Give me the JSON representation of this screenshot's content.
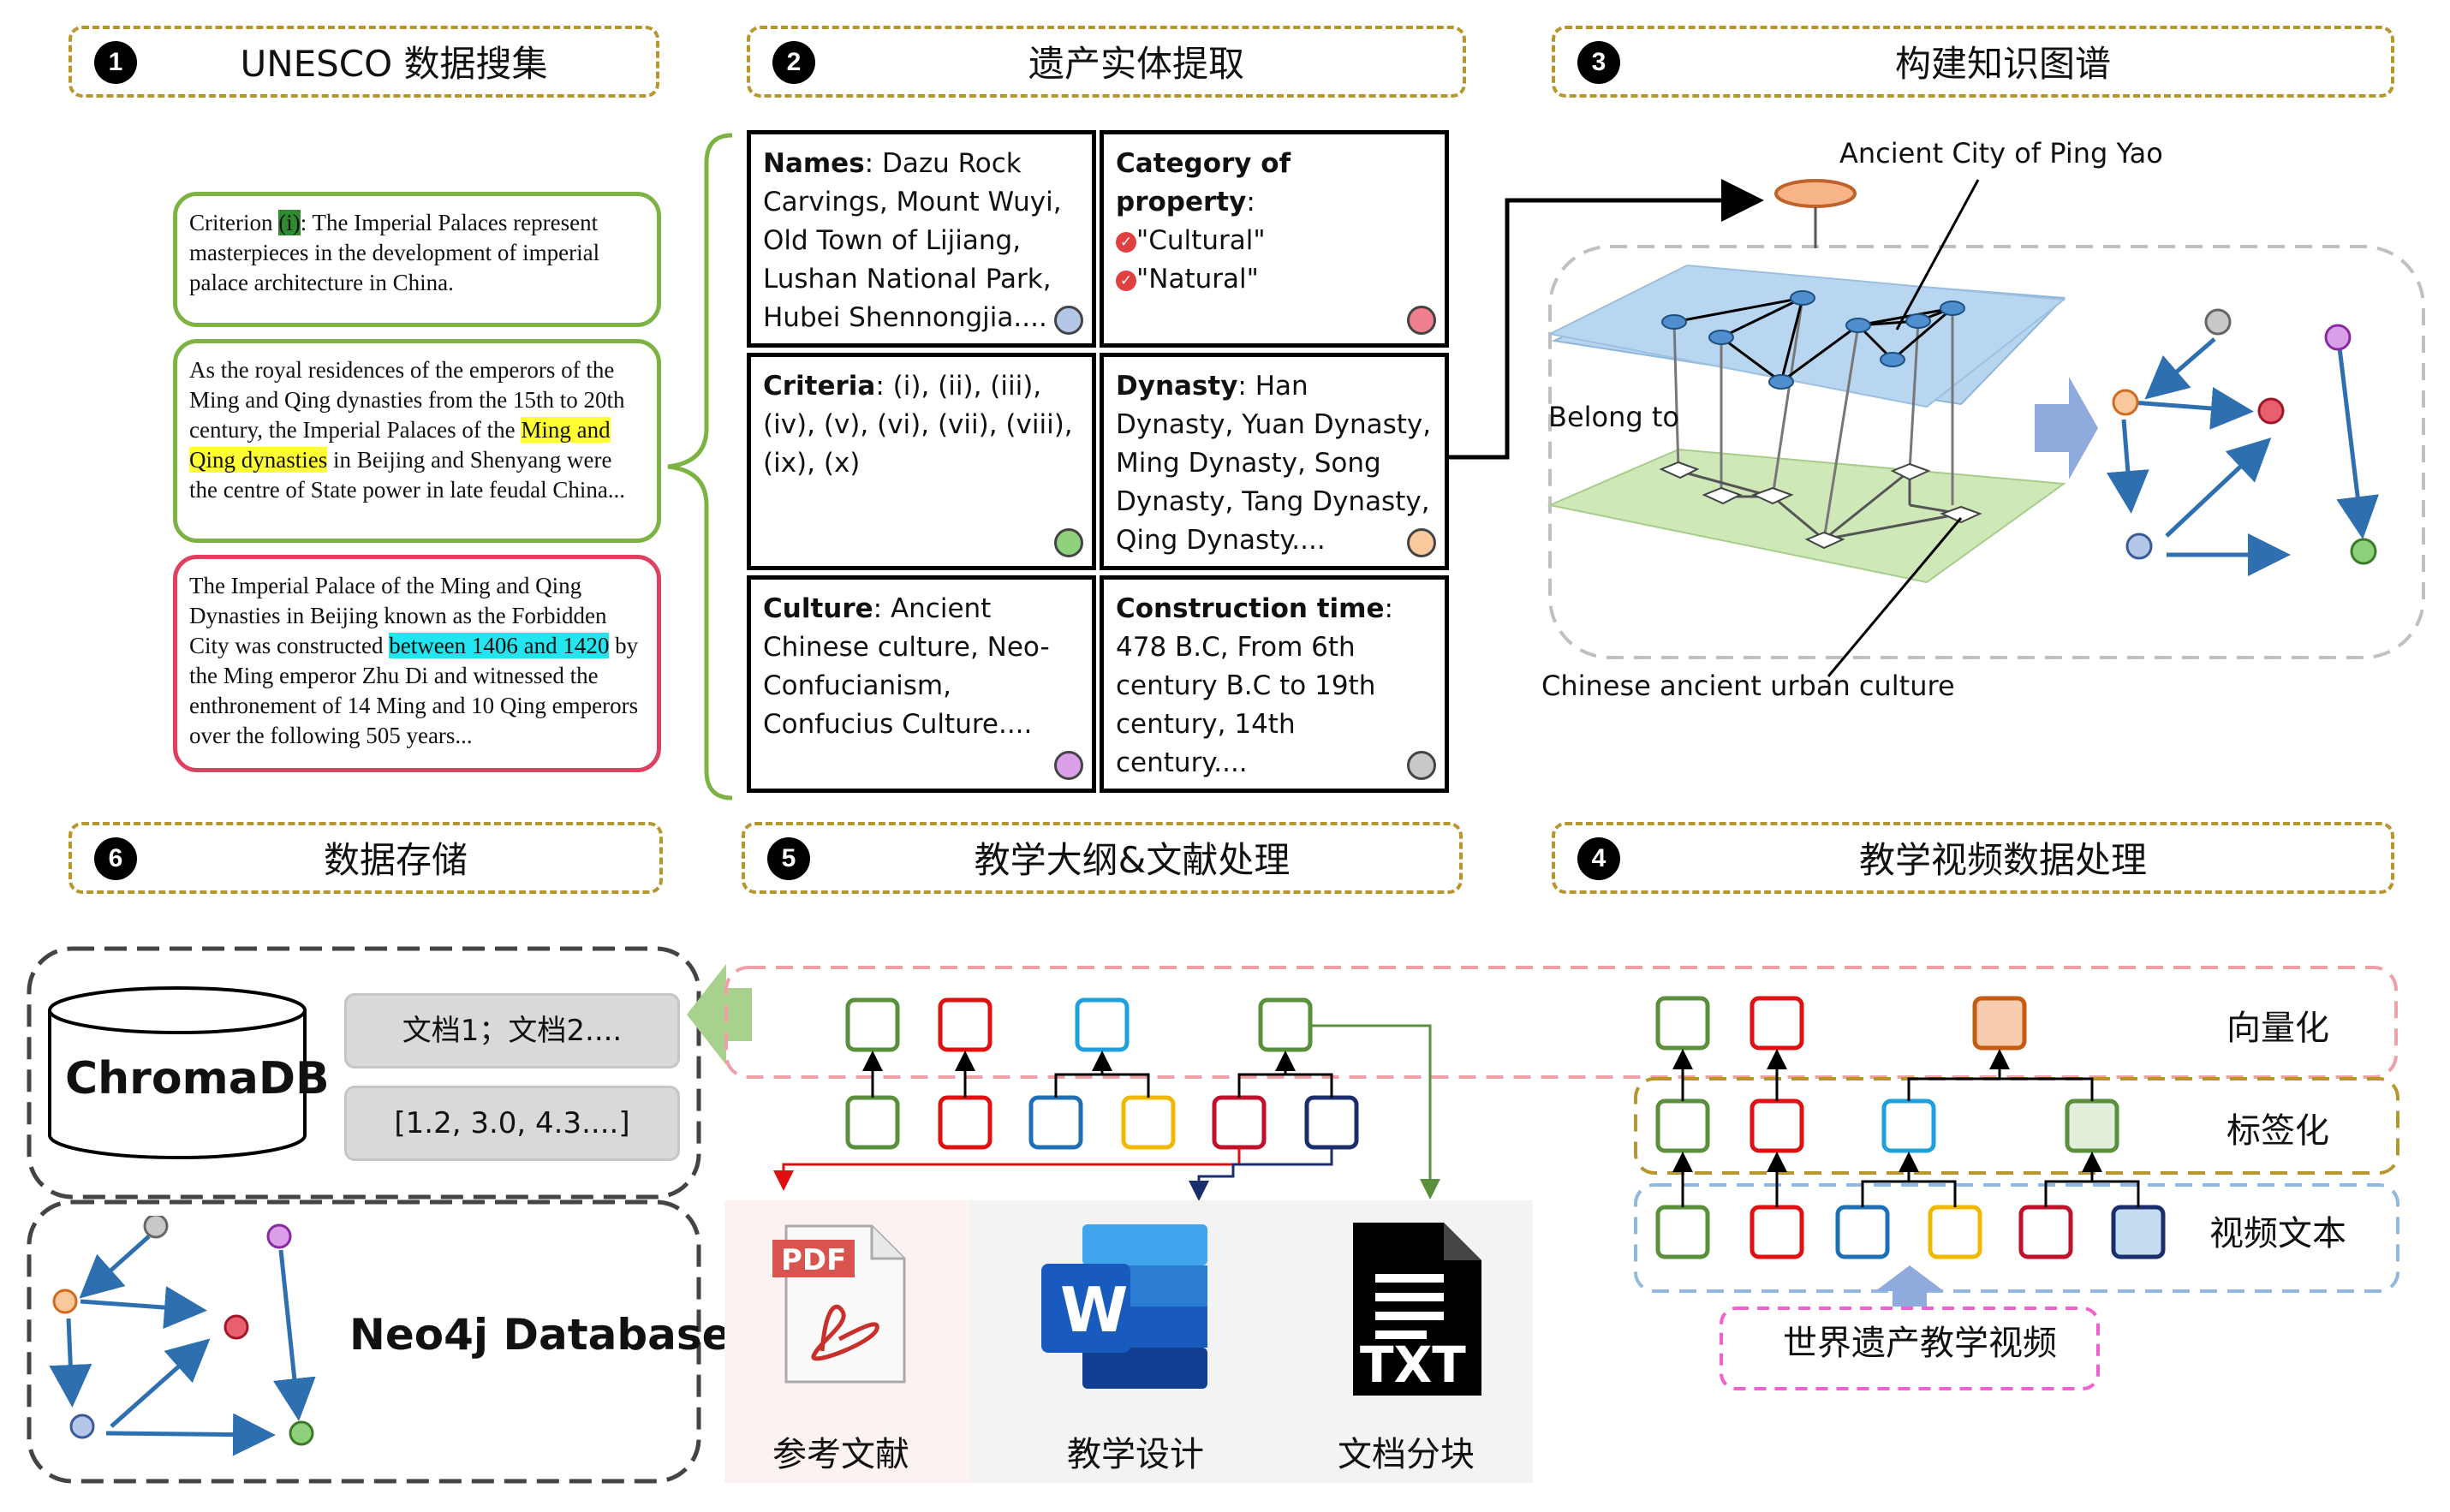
{
  "steps": [
    {
      "num": "1",
      "title": "UNESCO 数据搜集"
    },
    {
      "num": "2",
      "title": "遗产实体提取"
    },
    {
      "num": "3",
      "title": "构建知识图谱"
    },
    {
      "num": "4",
      "title": "教学视频数据处理"
    },
    {
      "num": "5",
      "title": "教学大纲&文献处理"
    },
    {
      "num": "6",
      "title": "数据存储"
    }
  ],
  "quotes": {
    "q1_pre": "Criterion ",
    "q1_hl": "(i)",
    "q1_post": ": The Imperial Palaces represent masterpieces in the development of imperial palace architecture in China.",
    "q2_pre": "As the royal residences of the emperors of the Ming and Qing dynasties from the 15th to 20th century, the Imperial Palaces of the ",
    "q2_hl": "Ming and Qing dynasties",
    "q2_post": " in Beijing and Shenyang were the centre of State power in late feudal China...",
    "q3_pre": "The Imperial Palace of the Ming and Qing Dynasties in Beijing known as the Forbidden City was constructed ",
    "q3_hl": "between 1406 and 1420",
    "q3_post": " by the Ming emperor Zhu Di and witnessed the enthronement of 14 Ming and 10 Qing emperors over the following 505 years..."
  },
  "entities": {
    "names_key": "Names",
    "names_val": ": Dazu Rock Carvings, Mount Wuyi, Old Town of Lijiang, Lushan National Park, Hubei Shennongjia....",
    "category_key": "Category of property",
    "category_colon": ":",
    "category_opt1": "\"Cultural\"",
    "category_opt2": "\"Natural\"",
    "criteria_key": "Criteria",
    "criteria_val": ": (i), (ii), (iii), (iv), (v), (vi), (vii), (viii), (ix), (x)",
    "dynasty_key": "Dynasty",
    "dynasty_val": ": Han Dynasty, Yuan Dynasty, Ming Dynasty, Song Dynasty, Tang Dynasty, Qing Dynasty....",
    "culture_key": "Culture",
    "culture_val": ": Ancient Chinese culture, Neo-Confucianism, Confucius Culture....",
    "construction_key": "Construction time",
    "construction_val": ": 478 B.C, From 6th century B.C to 19th century, 14th century....",
    "dot_colors": {
      "names": "#b4c7e7",
      "category": "#f08090",
      "criteria": "#8fd17a",
      "dynasty": "#f9c89b",
      "culture": "#d9a0e8",
      "construction": "#c8c8c8"
    }
  },
  "kg": {
    "top_label": "Ancient City of Ping Yao",
    "belong_label": "Belong to",
    "bottom_label": "Chinese ancient urban culture"
  },
  "storage": {
    "chroma_label": "ChromaDB",
    "docs_label": "文档1；文档2....",
    "vector_label": "[1.2, 3.0, 4.3....]",
    "neo4j_label": "Neo4j Database"
  },
  "docs": {
    "pdf_badge": "PDF",
    "pdf_caption": "参考文献",
    "word_letter": "W",
    "word_caption": "教学设计",
    "txt_badge": "TXT",
    "txt_caption": "文档分块"
  },
  "video": {
    "row1_label": "向量化",
    "row2_label": "标签化",
    "row3_label": "视频文本",
    "source_label": "世界遗产教学视频"
  },
  "colors": {
    "step_border": "#b8962e",
    "green": "#5a8f3c",
    "red": "#e01010",
    "blue": "#1f6fb5",
    "cyan": "#1ea0dc",
    "yellow": "#f0b800",
    "darkred": "#c0102a",
    "navy": "#1a2e6e",
    "pink_dash": "#f0a0a8",
    "gold_dash": "#b8962e",
    "blue_dash": "#90b8e0",
    "magenta_dash": "#f060d0"
  }
}
